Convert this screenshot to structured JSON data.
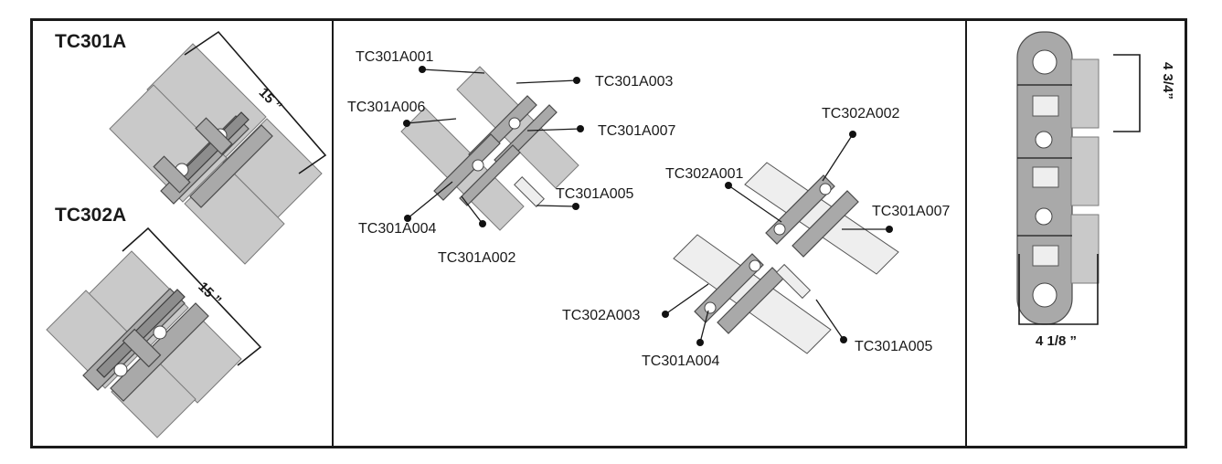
{
  "left_panel": {
    "top_title": "TC301A",
    "top_dimension": "15 ”",
    "bottom_title": "TC302A",
    "bottom_dimension": "15 ”"
  },
  "middle_panel": {
    "labels": {
      "tc301a001": "TC301A001",
      "tc301a003": "TC301A003",
      "tc301a006": "TC301A006",
      "tc301a007_top": "TC301A007",
      "tc301a005_top": "TC301A005",
      "tc301a004_top": "TC301A004",
      "tc301a002": "TC301A002",
      "tc302a002": "TC302A002",
      "tc302a001": "TC302A001",
      "tc301a007_bottom": "TC301A007",
      "tc302a003": "TC302A003",
      "tc301a004_bottom": "TC301A004",
      "tc301a005_bottom": "TC301A005"
    }
  },
  "right_panel": {
    "height_dimension": "4 3/4”",
    "width_dimension": "4 1/8 ”"
  }
}
